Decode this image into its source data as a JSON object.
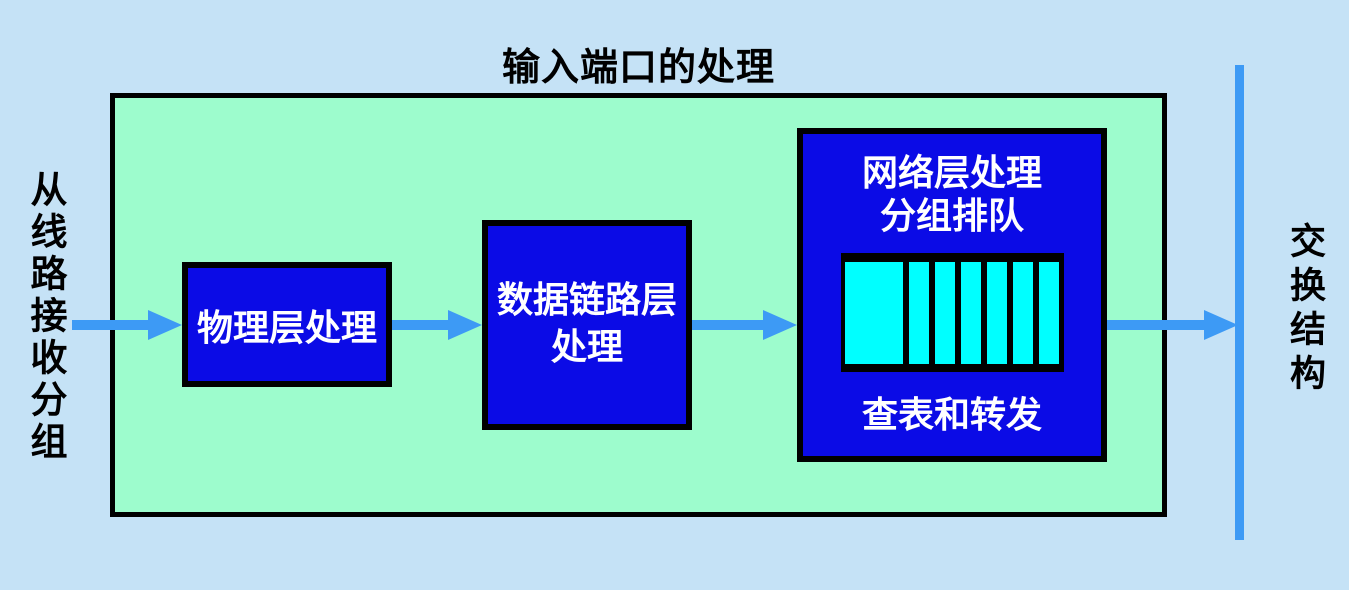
{
  "title": "输入端口的处理",
  "left_label": "从线路接收分组",
  "right_label": "交换结构",
  "boxes": {
    "physical": "物理层处理",
    "datalink_line1": "数据链路层",
    "datalink_line2": "处理",
    "network_line1": "网络层处理",
    "network_line2": "分组排队",
    "lookup": "查表和转发"
  },
  "queue": {
    "wide_cells": 1,
    "narrow_cells": 6
  },
  "colors": {
    "background": "#c5e2f6",
    "panel_green": "#9dfccd",
    "box_blue": "#0b0be6",
    "queue_cyan": "#00ffff",
    "arrow_blue": "#3d9af5",
    "border_black": "#000000"
  }
}
